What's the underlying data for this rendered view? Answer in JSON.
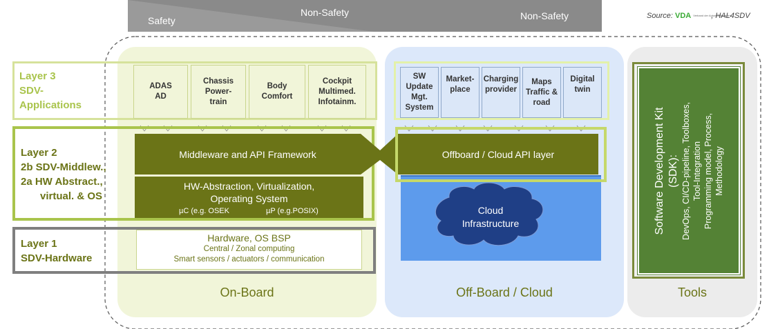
{
  "banner": {
    "safety": "Safety",
    "non_safety_1": "Non-Safety",
    "non_safety_2": "Non-Safety"
  },
  "source": {
    "prefix": "Source:",
    "logo": "VDA",
    "logo_sub": "Verband der Automobilindustrie",
    "suffix": ", HAL4SDV"
  },
  "layers": {
    "layer3": [
      "Layer 3",
      "SDV-",
      "Applications"
    ],
    "layer2": [
      "Layer 2",
      "2b SDV-Middlew.,",
      "2a HW Abstract.,",
      "virtual. & OS"
    ],
    "layer1": [
      "Layer 1",
      "SDV-Hardware"
    ]
  },
  "onboard_apps": [
    [
      "ADAS",
      "AD"
    ],
    [
      "Chassis",
      "Power-",
      "train"
    ],
    [
      "Body",
      "Comfort"
    ],
    [
      "Cockpit",
      "Multimed.",
      "Infotainm."
    ]
  ],
  "offboard_apps": [
    [
      "SW",
      "Update",
      "Mgt.",
      "System"
    ],
    [
      "Market-",
      "place"
    ],
    [
      "Charging",
      "provider"
    ],
    [
      "Maps",
      "Traffic &",
      "road"
    ],
    [
      "Digital",
      "twin"
    ]
  ],
  "middleware": "Middleware and API Framework",
  "cloud_api": "Offboard / Cloud API layer",
  "hw_abstraction": [
    "HW-Abstraction, Virtualization,",
    "Operating System"
  ],
  "uc": "µC (e.g. OSEK",
  "up": "µP (e.g.POSIX)",
  "hardware": {
    "title": "Hardware, OS BSP",
    "line1": "Central / Zonal computing",
    "line2": "Smart sensors / actuators / communication"
  },
  "cloud": [
    "Cloud",
    "Infrastructure"
  ],
  "sdk": [
    "Software Development Kit",
    "(SDK):",
    "DevOps, CI/CD-pipeline, Toolboxes,",
    "Tool-Integration",
    "Programming model, Process,",
    "Methodology"
  ],
  "zones": {
    "onboard": "On-Board",
    "offboard": "Off-Board / Cloud",
    "tools": "Tools"
  },
  "colors": {
    "dark_olive": "#6b7417",
    "light_green": "#c5d86a",
    "border_green": "#a9c44c",
    "grey": "#8a8a8a",
    "blue": "#5d9bec",
    "sdk_green": "#548235"
  }
}
